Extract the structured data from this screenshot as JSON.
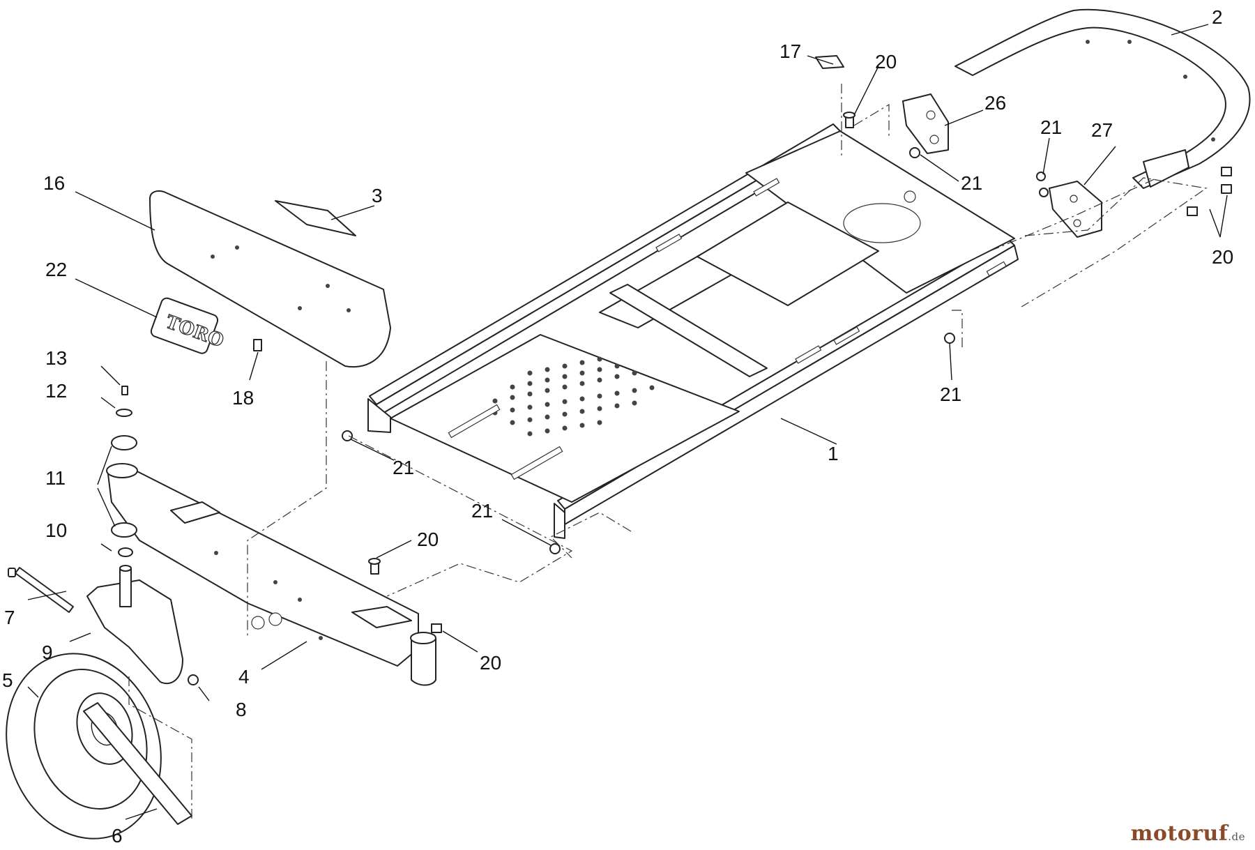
{
  "figure": "exploded-parts-diagram",
  "callouts": {
    "p1": "1",
    "p2": "2",
    "p3": "3",
    "p4": "4",
    "p5": "5",
    "p6": "6",
    "p7": "7",
    "p8": "8",
    "p9": "9",
    "p10": "10",
    "p11": "11",
    "p12": "12",
    "p13": "13",
    "p16": "16",
    "p17": "17",
    "p18": "18",
    "p20a": "20",
    "p20b": "20",
    "p20c": "20",
    "p20d": "20",
    "p21a": "21",
    "p21b": "21",
    "p21c": "21",
    "p21d": "21",
    "p21e": "21",
    "p22": "22",
    "p26": "26",
    "p27": "27"
  },
  "logo_text": "TORO",
  "watermark": {
    "brand": "motoruf",
    "suffix": ".de"
  },
  "colors": {
    "line": "#222222",
    "background": "#ffffff",
    "watermark": "#8a4a2a"
  }
}
